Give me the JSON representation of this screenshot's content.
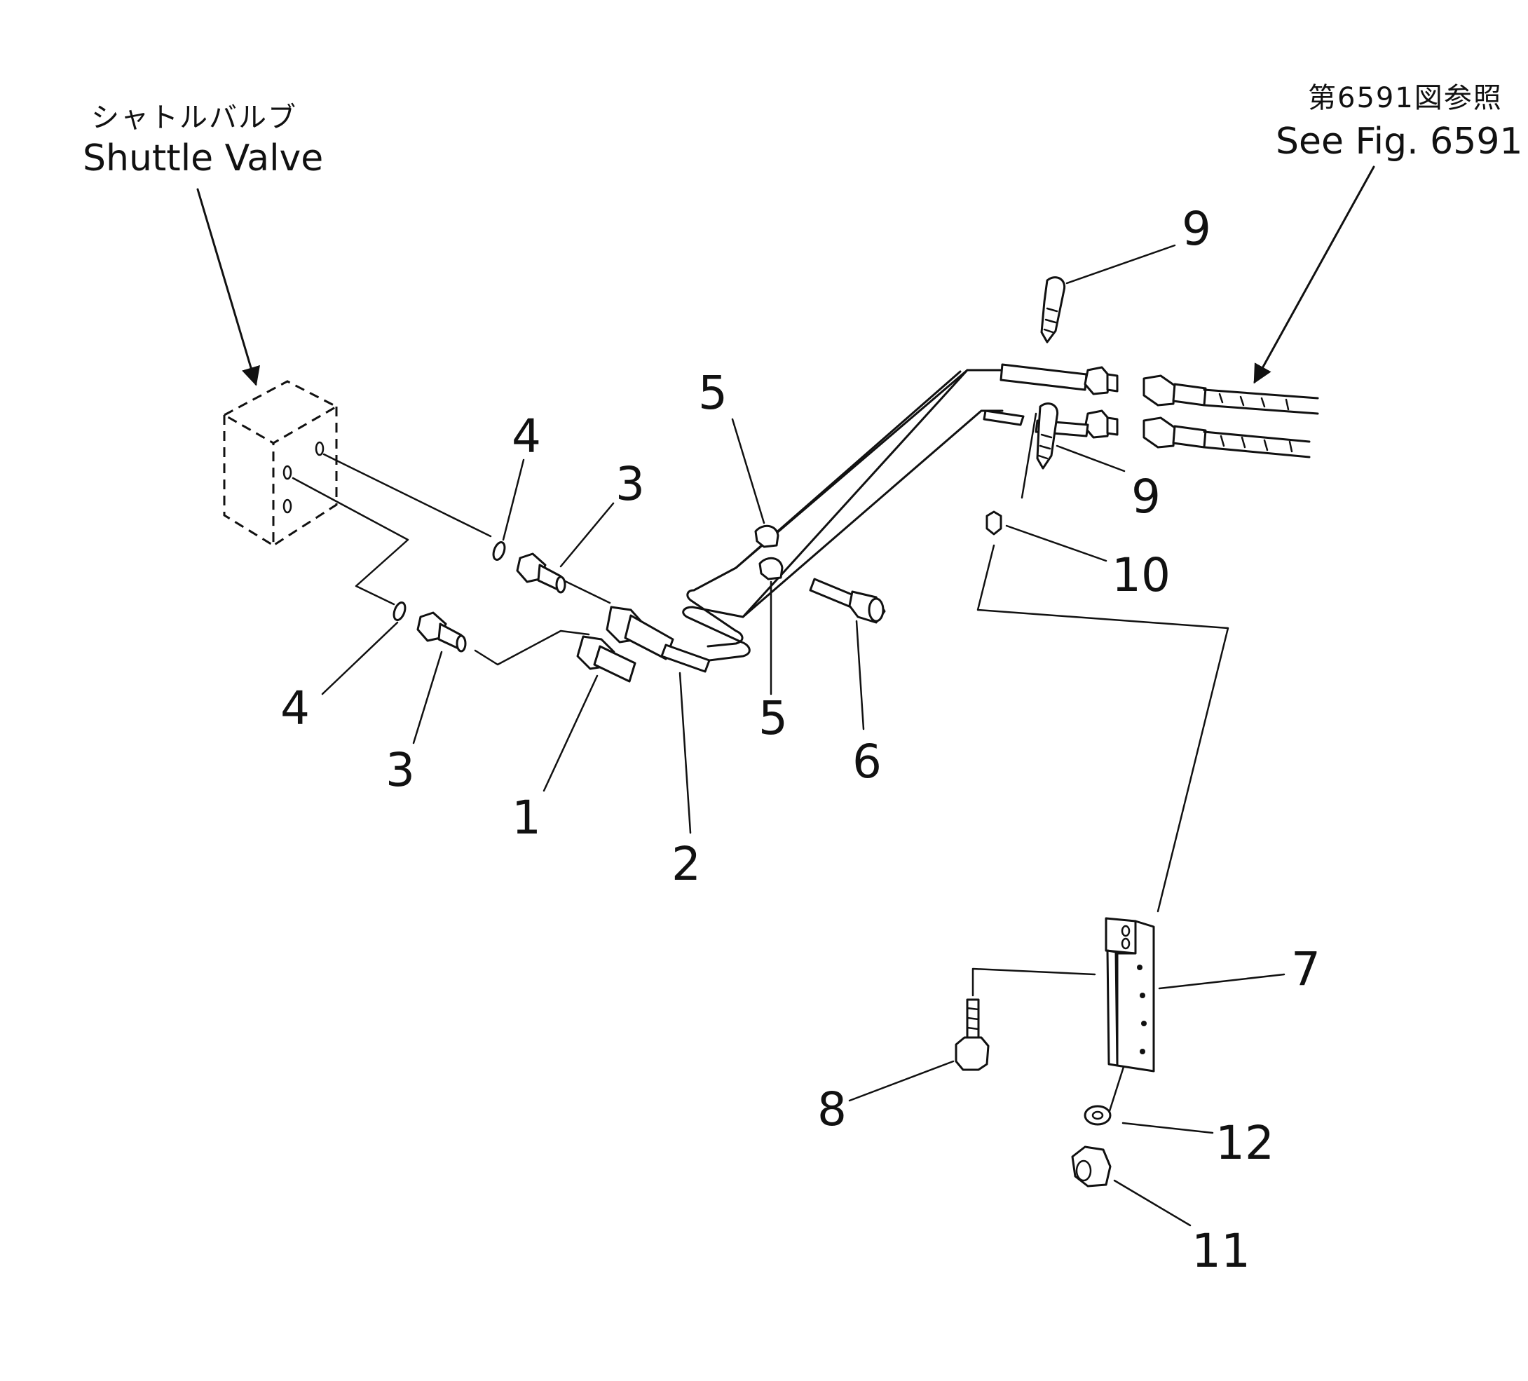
{
  "diagram": {
    "captions": {
      "shuttle_valve_jp": "シャトルバルブ",
      "shuttle_valve_en": "Shuttle Valve",
      "see_fig_jp": "第6591図参照",
      "see_fig_en": "See Fig. 6591"
    },
    "part_labels": {
      "p1": "1",
      "p2": "2",
      "p3_upper": "3",
      "p3_lower": "3",
      "p4_upper": "4",
      "p4_lower": "4",
      "p5_upper": "5",
      "p5_lower": "5",
      "p6": "6",
      "p7": "7",
      "p8": "8",
      "p9_upper": "9",
      "p9_lower": "9",
      "p10": "10",
      "p11": "11",
      "p12": "12"
    },
    "colors": {
      "ink": "#111111",
      "background": "#ffffff"
    }
  }
}
